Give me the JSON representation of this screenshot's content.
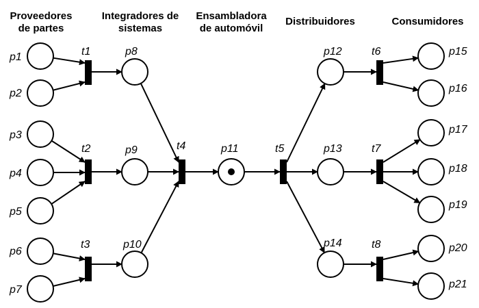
{
  "headers": [
    {
      "id": "proveedores",
      "lines": [
        "Proveedores",
        "de partes"
      ]
    },
    {
      "id": "integradores",
      "lines": [
        "Integradores de",
        "sistemas"
      ]
    },
    {
      "id": "ensambladora",
      "lines": [
        "Ensambladora",
        "de automóvil"
      ]
    },
    {
      "id": "distribuidores",
      "lines": [
        "Distribuidores"
      ]
    },
    {
      "id": "consumidores",
      "lines": [
        "Consumidores"
      ]
    }
  ],
  "places": [
    {
      "id": "p1",
      "label": "p1",
      "tokens": 0
    },
    {
      "id": "p2",
      "label": "p2",
      "tokens": 0
    },
    {
      "id": "p3",
      "label": "p3",
      "tokens": 0
    },
    {
      "id": "p4",
      "label": "p4",
      "tokens": 0
    },
    {
      "id": "p5",
      "label": "p5",
      "tokens": 0
    },
    {
      "id": "p6",
      "label": "p6",
      "tokens": 0
    },
    {
      "id": "p7",
      "label": "p7",
      "tokens": 0
    },
    {
      "id": "p8",
      "label": "p8",
      "tokens": 0
    },
    {
      "id": "p9",
      "label": "p9",
      "tokens": 0
    },
    {
      "id": "p10",
      "label": "p10",
      "tokens": 0
    },
    {
      "id": "p11",
      "label": "p11",
      "tokens": 1
    },
    {
      "id": "p12",
      "label": "p12",
      "tokens": 0
    },
    {
      "id": "p13",
      "label": "p13",
      "tokens": 0
    },
    {
      "id": "p14",
      "label": "p14",
      "tokens": 0
    },
    {
      "id": "p15",
      "label": "p15",
      "tokens": 0
    },
    {
      "id": "p16",
      "label": "p16",
      "tokens": 0
    },
    {
      "id": "p17",
      "label": "p17",
      "tokens": 0
    },
    {
      "id": "p18",
      "label": "p18",
      "tokens": 0
    },
    {
      "id": "p19",
      "label": "p19",
      "tokens": 0
    },
    {
      "id": "p20",
      "label": "p20",
      "tokens": 0
    },
    {
      "id": "p21",
      "label": "p21",
      "tokens": 0
    }
  ],
  "transitions": [
    {
      "id": "t1",
      "label": "t1"
    },
    {
      "id": "t2",
      "label": "t2"
    },
    {
      "id": "t3",
      "label": "t3"
    },
    {
      "id": "t4",
      "label": "t4"
    },
    {
      "id": "t5",
      "label": "t5"
    },
    {
      "id": "t6",
      "label": "t6"
    },
    {
      "id": "t7",
      "label": "t7"
    },
    {
      "id": "t8",
      "label": "t8"
    }
  ],
  "arcs": [
    [
      "p1",
      "t1"
    ],
    [
      "p2",
      "t1"
    ],
    [
      "t1",
      "p8"
    ],
    [
      "p3",
      "t2"
    ],
    [
      "p4",
      "t2"
    ],
    [
      "p5",
      "t2"
    ],
    [
      "t2",
      "p9"
    ],
    [
      "p6",
      "t3"
    ],
    [
      "p7",
      "t3"
    ],
    [
      "t3",
      "p10"
    ],
    [
      "p8",
      "t4"
    ],
    [
      "p9",
      "t4"
    ],
    [
      "p10",
      "t4"
    ],
    [
      "t4",
      "p11"
    ],
    [
      "p11",
      "t5"
    ],
    [
      "t5",
      "p12"
    ],
    [
      "t5",
      "p13"
    ],
    [
      "t5",
      "p14"
    ],
    [
      "p12",
      "t6"
    ],
    [
      "t6",
      "p15"
    ],
    [
      "t6",
      "p16"
    ],
    [
      "p13",
      "t7"
    ],
    [
      "t7",
      "p17"
    ],
    [
      "t7",
      "p18"
    ],
    [
      "t7",
      "p19"
    ],
    [
      "p14",
      "t8"
    ],
    [
      "t8",
      "p20"
    ],
    [
      "t8",
      "p21"
    ]
  ]
}
